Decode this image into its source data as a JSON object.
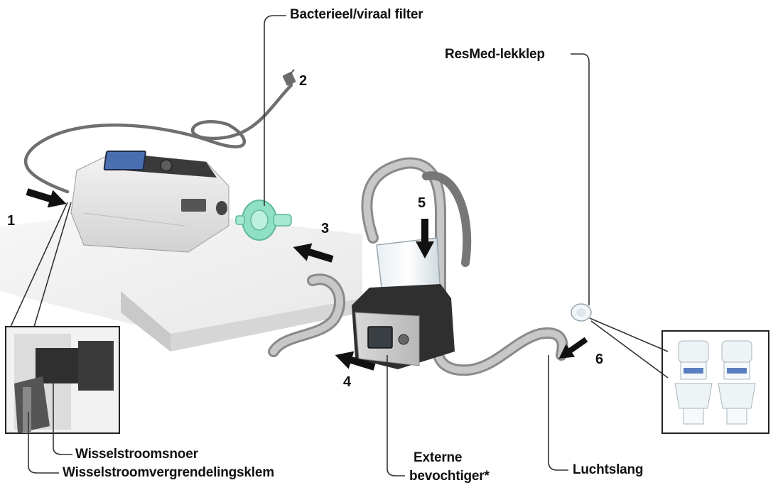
{
  "labels": {
    "filter": "Bacterieel/viraal filter",
    "leak_valve": "ResMed-lekklep",
    "ac_cord": "Wisselstroomsnoer",
    "ac_clamp": "Wisselstroomvergrendelingsklem",
    "humidifier_line1": "Externe",
    "humidifier_line2": "bevochtiger*",
    "tubing": "Luchtslang"
  },
  "numbers": [
    "1",
    "2",
    "3",
    "4",
    "5",
    "6"
  ],
  "colors": {
    "arrow": "#111111",
    "leader_line": "#333333",
    "device_body": "#e9e9e9",
    "device_screen": "#4a6fb0",
    "filter_green": "#8fe0c4",
    "tubing": "#9a9a9a",
    "table": "#f1f1f1"
  }
}
